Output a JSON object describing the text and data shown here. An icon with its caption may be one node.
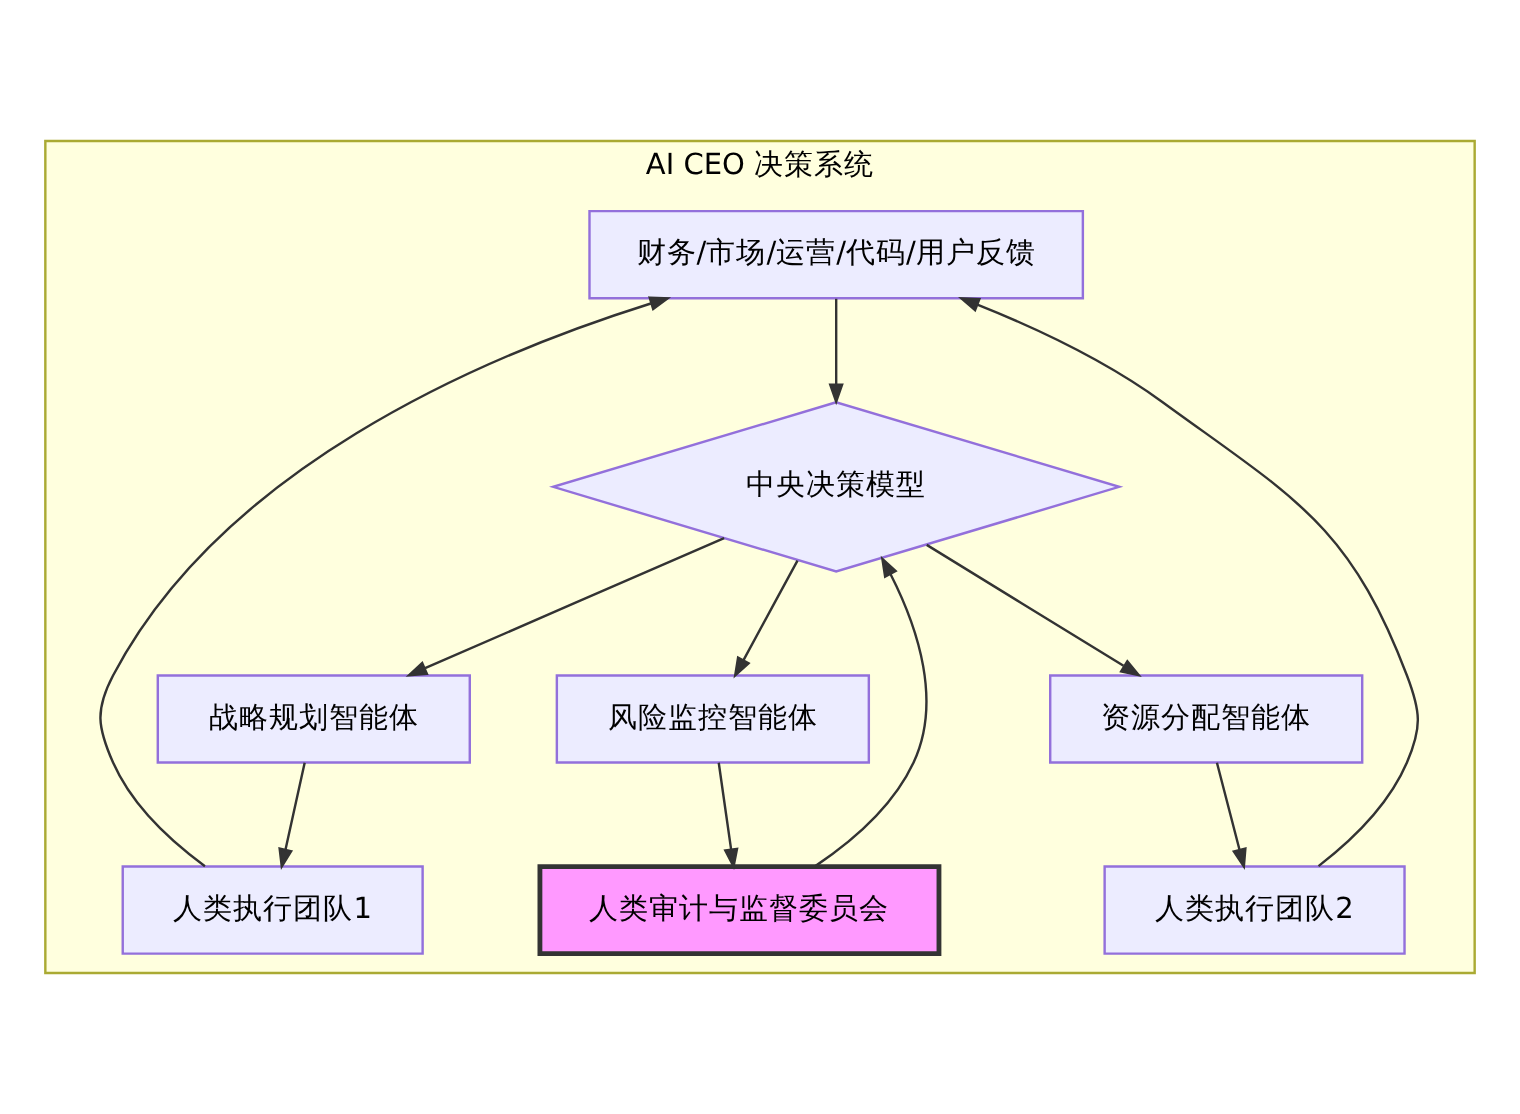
{
  "diagram": {
    "nodes": [
      {
        "text": [
          "AI CEO 决策系统"
        ]
      },
      {
        "text": [
          "财务/市场/运营/代码/用户反馈"
        ],
        "in": 0
      },
      {
        "text": [
          "中央决策模型"
        ],
        "in": 0
      },
      {
        "text": [
          "战略规划智能体"
        ],
        "in": 0
      },
      {
        "text": [
          "资源分配智能体"
        ],
        "in": 0
      },
      {
        "text": [
          "风险监控智能体"
        ],
        "in": 0
      },
      {
        "text": [
          "人类执行团队1"
        ],
        "in": 0
      },
      {
        "text": [
          "人类执行团队2"
        ],
        "in": 0
      },
      {
        "text": [
          "人类审计与监督委员会"
        ],
        "in": 0
      }
    ],
    "edges": [
      {
        "from": 1,
        "to": 2,
        "arrow": "to"
      },
      {
        "from": 2,
        "to": 3,
        "arrow": "to"
      },
      {
        "from": 2,
        "to": 4,
        "arrow": "to"
      },
      {
        "from": 2,
        "to": 5,
        "arrow": "to"
      },
      {
        "from": 3,
        "to": 6,
        "arrow": "to"
      },
      {
        "from": 4,
        "to": 7,
        "arrow": "to"
      },
      {
        "from": 5,
        "to": 8,
        "arrow": "to"
      },
      {
        "from": 6,
        "to": 1,
        "arrow": "to"
      },
      {
        "from": 7,
        "to": 1,
        "arrow": "to"
      },
      {
        "from": 8,
        "to": 2,
        "arrow": "to"
      }
    ]
  }
}
